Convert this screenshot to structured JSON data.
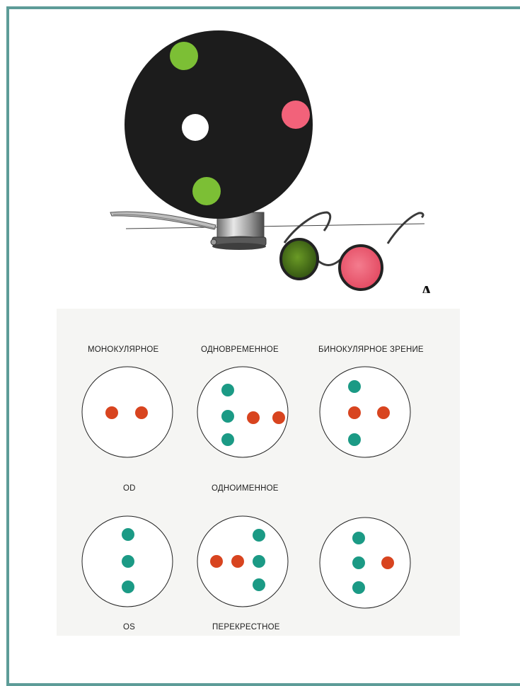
{
  "panel_letter": "A",
  "headings": {
    "monocular": "МОНОКУЛЯРНОЕ",
    "simultaneous": "ОДНОВРЕМЕННОЕ",
    "binocular": "БИНОКУЛЯРНОЕ  ЗРЕНИЕ",
    "od": "OD",
    "homonymous": "ОДНОИМЕННОЕ",
    "os": "OS",
    "crossed": "ПЕРЕКРЕСТНОЕ"
  },
  "colors": {
    "frame": "#5d9c98",
    "device_disc": "#1c1c1c",
    "green_light": "#7cbf35",
    "red_light": "#f2627a",
    "white_light": "#ffffff",
    "teal_dot": "#1b9a85",
    "red_dot": "#d8441f",
    "green_lens": "#4f7a1e",
    "red_lens": "#f2627a"
  },
  "diagrams": [
    {
      "id": "monocular-od",
      "dots": [
        "red",
        "red"
      ]
    },
    {
      "id": "simultaneous-homonymous",
      "dots": [
        "teal",
        "teal",
        "teal",
        "red",
        "red"
      ]
    },
    {
      "id": "binocular-top",
      "dots": [
        "teal",
        "red",
        "teal",
        "red"
      ]
    },
    {
      "id": "monocular-os",
      "dots": [
        "teal",
        "teal",
        "teal"
      ]
    },
    {
      "id": "simultaneous-crossed",
      "dots": [
        "red",
        "red",
        "teal",
        "teal",
        "teal"
      ]
    },
    {
      "id": "binocular-bottom",
      "dots": [
        "teal",
        "teal",
        "teal",
        "red"
      ]
    }
  ]
}
